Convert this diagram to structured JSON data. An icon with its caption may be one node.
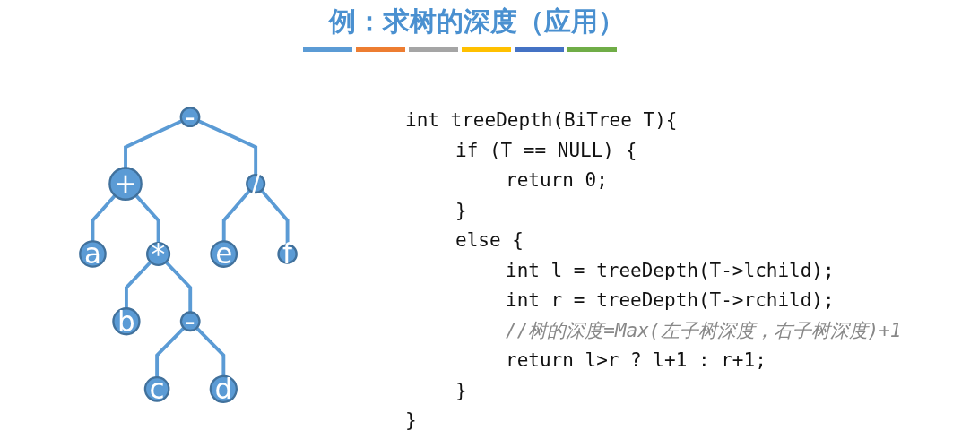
{
  "diagram": {
    "title": "例：求树的深度（应用）",
    "nodes": [
      {
        "text": [
          "-"
        ]
      },
      {
        "text": [
          "+"
        ]
      },
      {
        "text": [
          "/"
        ]
      },
      {
        "text": [
          "a"
        ]
      },
      {
        "text": [
          "*"
        ]
      },
      {
        "text": [
          "e"
        ]
      },
      {
        "text": [
          "f"
        ]
      },
      {
        "text": [
          "b"
        ]
      },
      {
        "text": [
          "-"
        ]
      },
      {
        "text": [
          "c"
        ]
      },
      {
        "text": [
          "d"
        ]
      }
    ],
    "edges": [
      {
        "from": 0,
        "to": 1,
        "arrow": "none"
      },
      {
        "from": 0,
        "to": 2,
        "arrow": "none"
      },
      {
        "from": 1,
        "to": 3,
        "arrow": "none"
      },
      {
        "from": 1,
        "to": 4,
        "arrow": "none"
      },
      {
        "from": 2,
        "to": 5,
        "arrow": "none"
      },
      {
        "from": 2,
        "to": 6,
        "arrow": "none"
      },
      {
        "from": 4,
        "to": 7,
        "arrow": "none"
      },
      {
        "from": 4,
        "to": 8,
        "arrow": "none"
      },
      {
        "from": 8,
        "to": 9,
        "arrow": "none"
      },
      {
        "from": 8,
        "to": 10,
        "arrow": "none"
      }
    ],
    "labels": [
      "int treeDepth(BiTree T){",
      "if (T == NULL) {",
      "return 0;",
      "}",
      "else {",
      "int l = treeDepth(T->lchild);",
      "int r = treeDepth(T->rchild);",
      "//树的深度=Max(左子树深度，右子树深度)+1",
      "return l>r ? l+1 : r+1;",
      "}",
      "}"
    ]
  }
}
